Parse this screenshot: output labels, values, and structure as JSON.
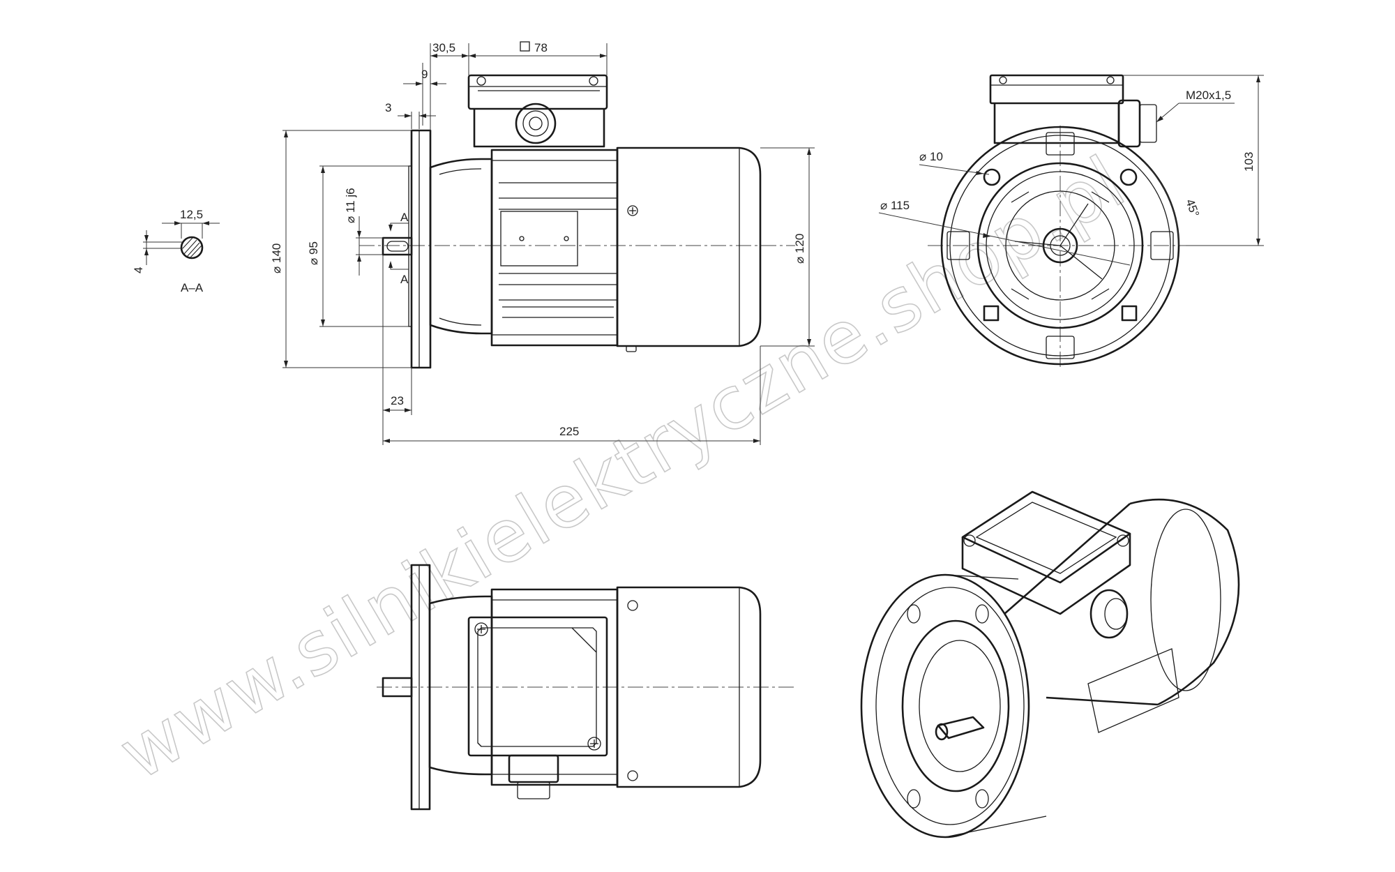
{
  "views": {
    "side": {
      "dims": {
        "d30_5": "30,5",
        "sq78": "78",
        "d9": "9",
        "d3": "3",
        "d140": "140",
        "d95": "95",
        "d11": "11 j6",
        "d120": "120",
        "d23": "23",
        "d225": "225"
      },
      "section_marks": {
        "top": "A",
        "bottom": "A"
      }
    },
    "section": {
      "width": "12,5",
      "depth": "4",
      "label": "A–A"
    },
    "front": {
      "dims": {
        "hole": "10",
        "pcd": "115",
        "height": "103",
        "angle": "45°",
        "gland": "M20x1,5"
      }
    }
  },
  "symbols": {
    "diameter": "⌀",
    "square": "□"
  },
  "watermark": "www.silnikielektryczne.shop.pl",
  "colors": {
    "line": "#1a1a1a",
    "watermark": "#c8c8c8",
    "background": "#ffffff"
  }
}
